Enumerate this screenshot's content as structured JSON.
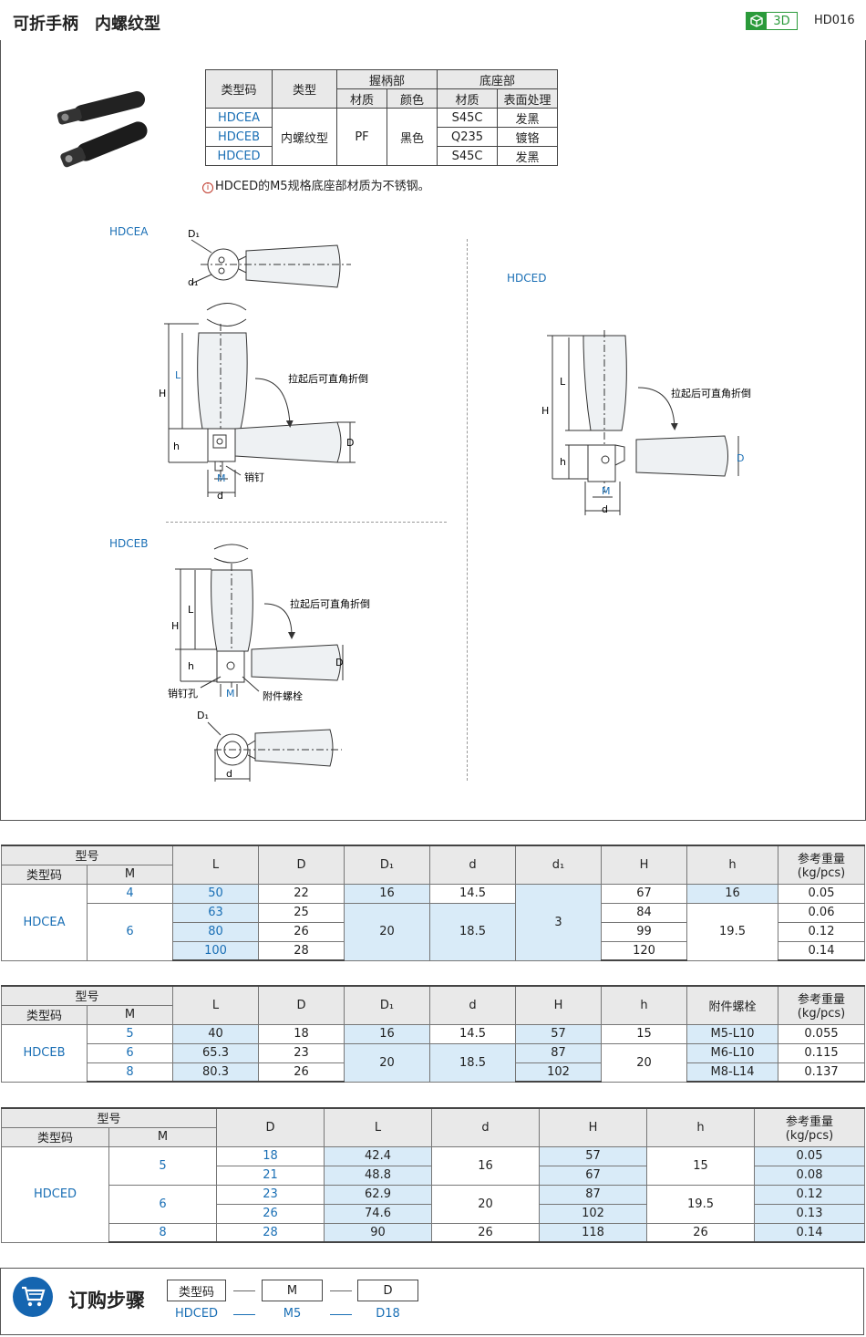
{
  "header": {
    "title": "可折手柄　内螺纹型",
    "badge_3d": "3D",
    "code": "HD016"
  },
  "spec_table": {
    "h_type_code": "类型码",
    "h_type": "类型",
    "h_grip": "握柄部",
    "h_base": "底座部",
    "h_material": "材质",
    "h_color": "颜色",
    "h_material2": "材质",
    "h_surface": "表面处理",
    "rows": [
      [
        "HDCEA",
        "S45C",
        "发黑"
      ],
      [
        "HDCEB",
        "Q235",
        "镀铬"
      ],
      [
        "HDCED",
        "S45C",
        "发黑"
      ]
    ],
    "type": "内螺纹型",
    "grip_material": "PF",
    "grip_color": "黑色"
  },
  "note": "HDCED的M5规格底座部材质为不锈钢。",
  "diagrams": {
    "a_label": "HDCEA",
    "b_label": "HDCEB",
    "d_label": "HDCED",
    "fold_text": "拉起后可直角折倒",
    "pin": "销钉",
    "pin_hole": "销钉孔",
    "bolt": "附件螺栓",
    "dims": {
      "D1": "D₁",
      "d1": "d₁",
      "H": "H",
      "L": "L",
      "h": "h",
      "D": "D",
      "M": "M",
      "d": "d"
    }
  },
  "table_a": {
    "headers": [
      "型号",
      "类型码",
      "M",
      "L",
      "D",
      "D₁",
      "d",
      "d₁",
      "H",
      "h",
      "参考重量",
      "(kg/pcs)"
    ],
    "type": "HDCEA",
    "m": [
      "4",
      "6"
    ],
    "L": [
      "50",
      "63",
      "80",
      "100"
    ],
    "D": [
      "22",
      "25",
      "26",
      "28"
    ],
    "D1": [
      "16",
      "20"
    ],
    "d": [
      "14.5",
      "18.5"
    ],
    "d1": "3",
    "H": [
      "67",
      "84",
      "99",
      "120"
    ],
    "h": [
      "16",
      "19.5"
    ],
    "w": [
      "0.05",
      "0.06",
      "0.12",
      "0.14"
    ]
  },
  "table_b": {
    "headers": [
      "型号",
      "类型码",
      "M",
      "L",
      "D",
      "D₁",
      "d",
      "H",
      "h",
      "附件螺栓",
      "参考重量",
      "(kg/pcs)"
    ],
    "type": "HDCEB",
    "m": [
      "5",
      "6",
      "8"
    ],
    "L": [
      "40",
      "65.3",
      "80.3"
    ],
    "D": [
      "18",
      "23",
      "26"
    ],
    "D1": [
      "16",
      "20"
    ],
    "d": [
      "14.5",
      "18.5"
    ],
    "H": [
      "57",
      "87",
      "102"
    ],
    "h": [
      "15",
      "20"
    ],
    "bolt": [
      "M5-L10",
      "M6-L10",
      "M8-L14"
    ],
    "w": [
      "0.055",
      "0.115",
      "0.137"
    ]
  },
  "table_d": {
    "headers": [
      "型号",
      "类型码",
      "M",
      "D",
      "L",
      "d",
      "H",
      "h",
      "参考重量",
      "(kg/pcs)"
    ],
    "type": "HDCED",
    "m": [
      "5",
      "6",
      "8"
    ],
    "D": [
      "18",
      "21",
      "23",
      "26",
      "28"
    ],
    "L": [
      "42.4",
      "48.8",
      "62.9",
      "74.6",
      "90"
    ],
    "d": [
      "16",
      "20",
      "26"
    ],
    "H": [
      "57",
      "67",
      "87",
      "102",
      "118"
    ],
    "h": [
      "15",
      "19.5",
      "26"
    ],
    "w": [
      "0.05",
      "0.08",
      "0.12",
      "0.13",
      "0.14"
    ]
  },
  "order": {
    "title": "订购步骤",
    "boxes": [
      "类型码",
      "M",
      "D"
    ],
    "values": [
      "HDCED",
      "M5",
      "D18"
    ]
  }
}
